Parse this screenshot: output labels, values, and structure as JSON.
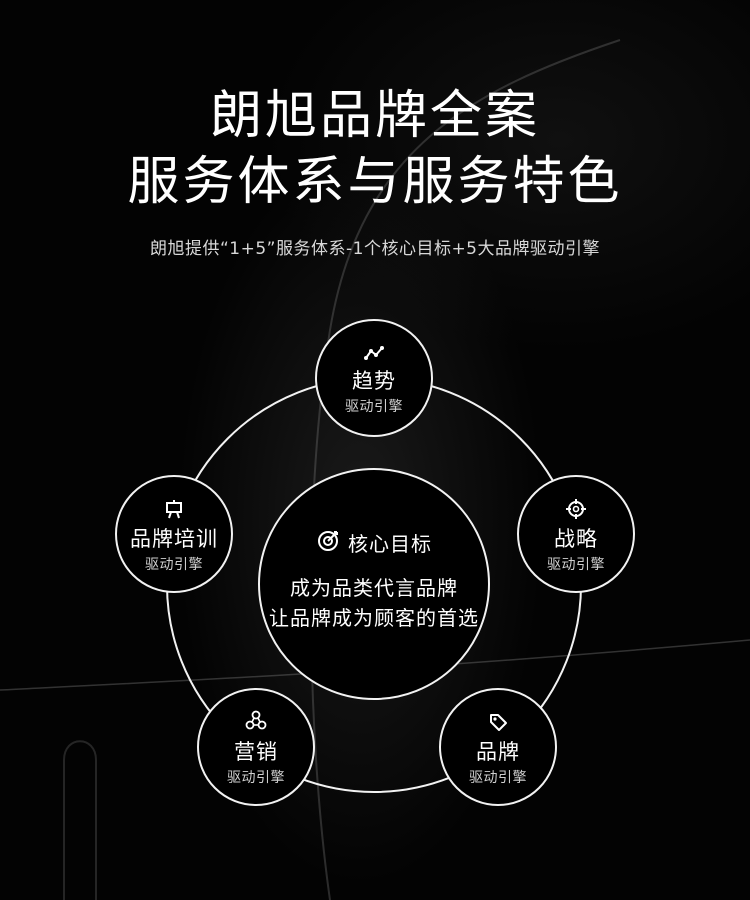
{
  "header": {
    "title_line1": "朗旭品牌全案",
    "title_line2": "服务体系与服务特色",
    "subtitle": "朗旭提供“1+5”服务体系-1个核心目标+5大品牌驱动引擎"
  },
  "center": {
    "icon": "target-icon",
    "title": "核心目标",
    "line1": "成为品类代言品牌",
    "line2": "让品牌成为顾客的首选"
  },
  "nodes": [
    {
      "label": "趋势",
      "sub": "驱动引擎",
      "icon": "trend-chart-icon"
    },
    {
      "label": "战略",
      "sub": "驱动引擎",
      "icon": "crosshair-icon"
    },
    {
      "label": "品牌",
      "sub": "驱动引擎",
      "icon": "tag-icon"
    },
    {
      "label": "营销",
      "sub": "驱动引擎",
      "icon": "network-icon"
    },
    {
      "label": "品牌培训",
      "sub": "驱动引擎",
      "icon": "presentation-board-icon"
    }
  ],
  "colors": {
    "background": "#030303",
    "stroke": "#f2f2f2",
    "text": "#ffffff"
  }
}
